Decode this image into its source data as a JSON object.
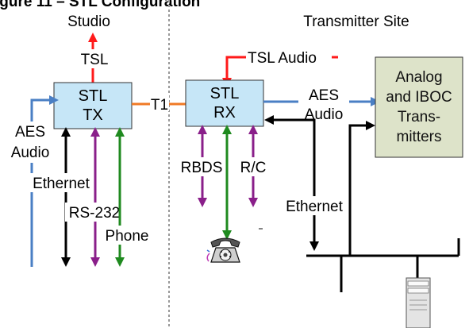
{
  "header": {
    "partial_title_left": "igure 11 – STL Configuration",
    "studio": "Studio",
    "transmitter_site": "Transmitter Site"
  },
  "stl_tx": {
    "line1": "STL",
    "line2": "TX"
  },
  "stl_rx": {
    "line1": "STL",
    "line2": "RX"
  },
  "transmitters": {
    "line1": "Analog",
    "line2": "and IBOC",
    "line3": "Trans-",
    "line4": "mitters"
  },
  "labels": {
    "tsl": "TSL",
    "t1": "T1",
    "tsl_audio": "TSL Audio",
    "aes_left_1": "AES",
    "aes_left_2": "Audio",
    "ethernet_left": "Ethernet",
    "rs232": "RS-232",
    "phone": "Phone",
    "rbds": "RBDS",
    "rc": "R/C",
    "aes_right_1": "AES",
    "aes_right_2": "Audio",
    "ethernet_right": "Ethernet"
  },
  "icons": {
    "telephone": "telephone-icon",
    "server": "server-tower-icon"
  },
  "colors": {
    "stl_box_fill": "#c6e6f7",
    "transmitter_fill": "#dde3c9",
    "red": "#ff1a1a",
    "orange": "#f07a25",
    "blue": "#4a7fc4",
    "purple": "#8a1f8a",
    "green": "#1f8a1f",
    "black": "#000000",
    "divider": "#999999"
  }
}
